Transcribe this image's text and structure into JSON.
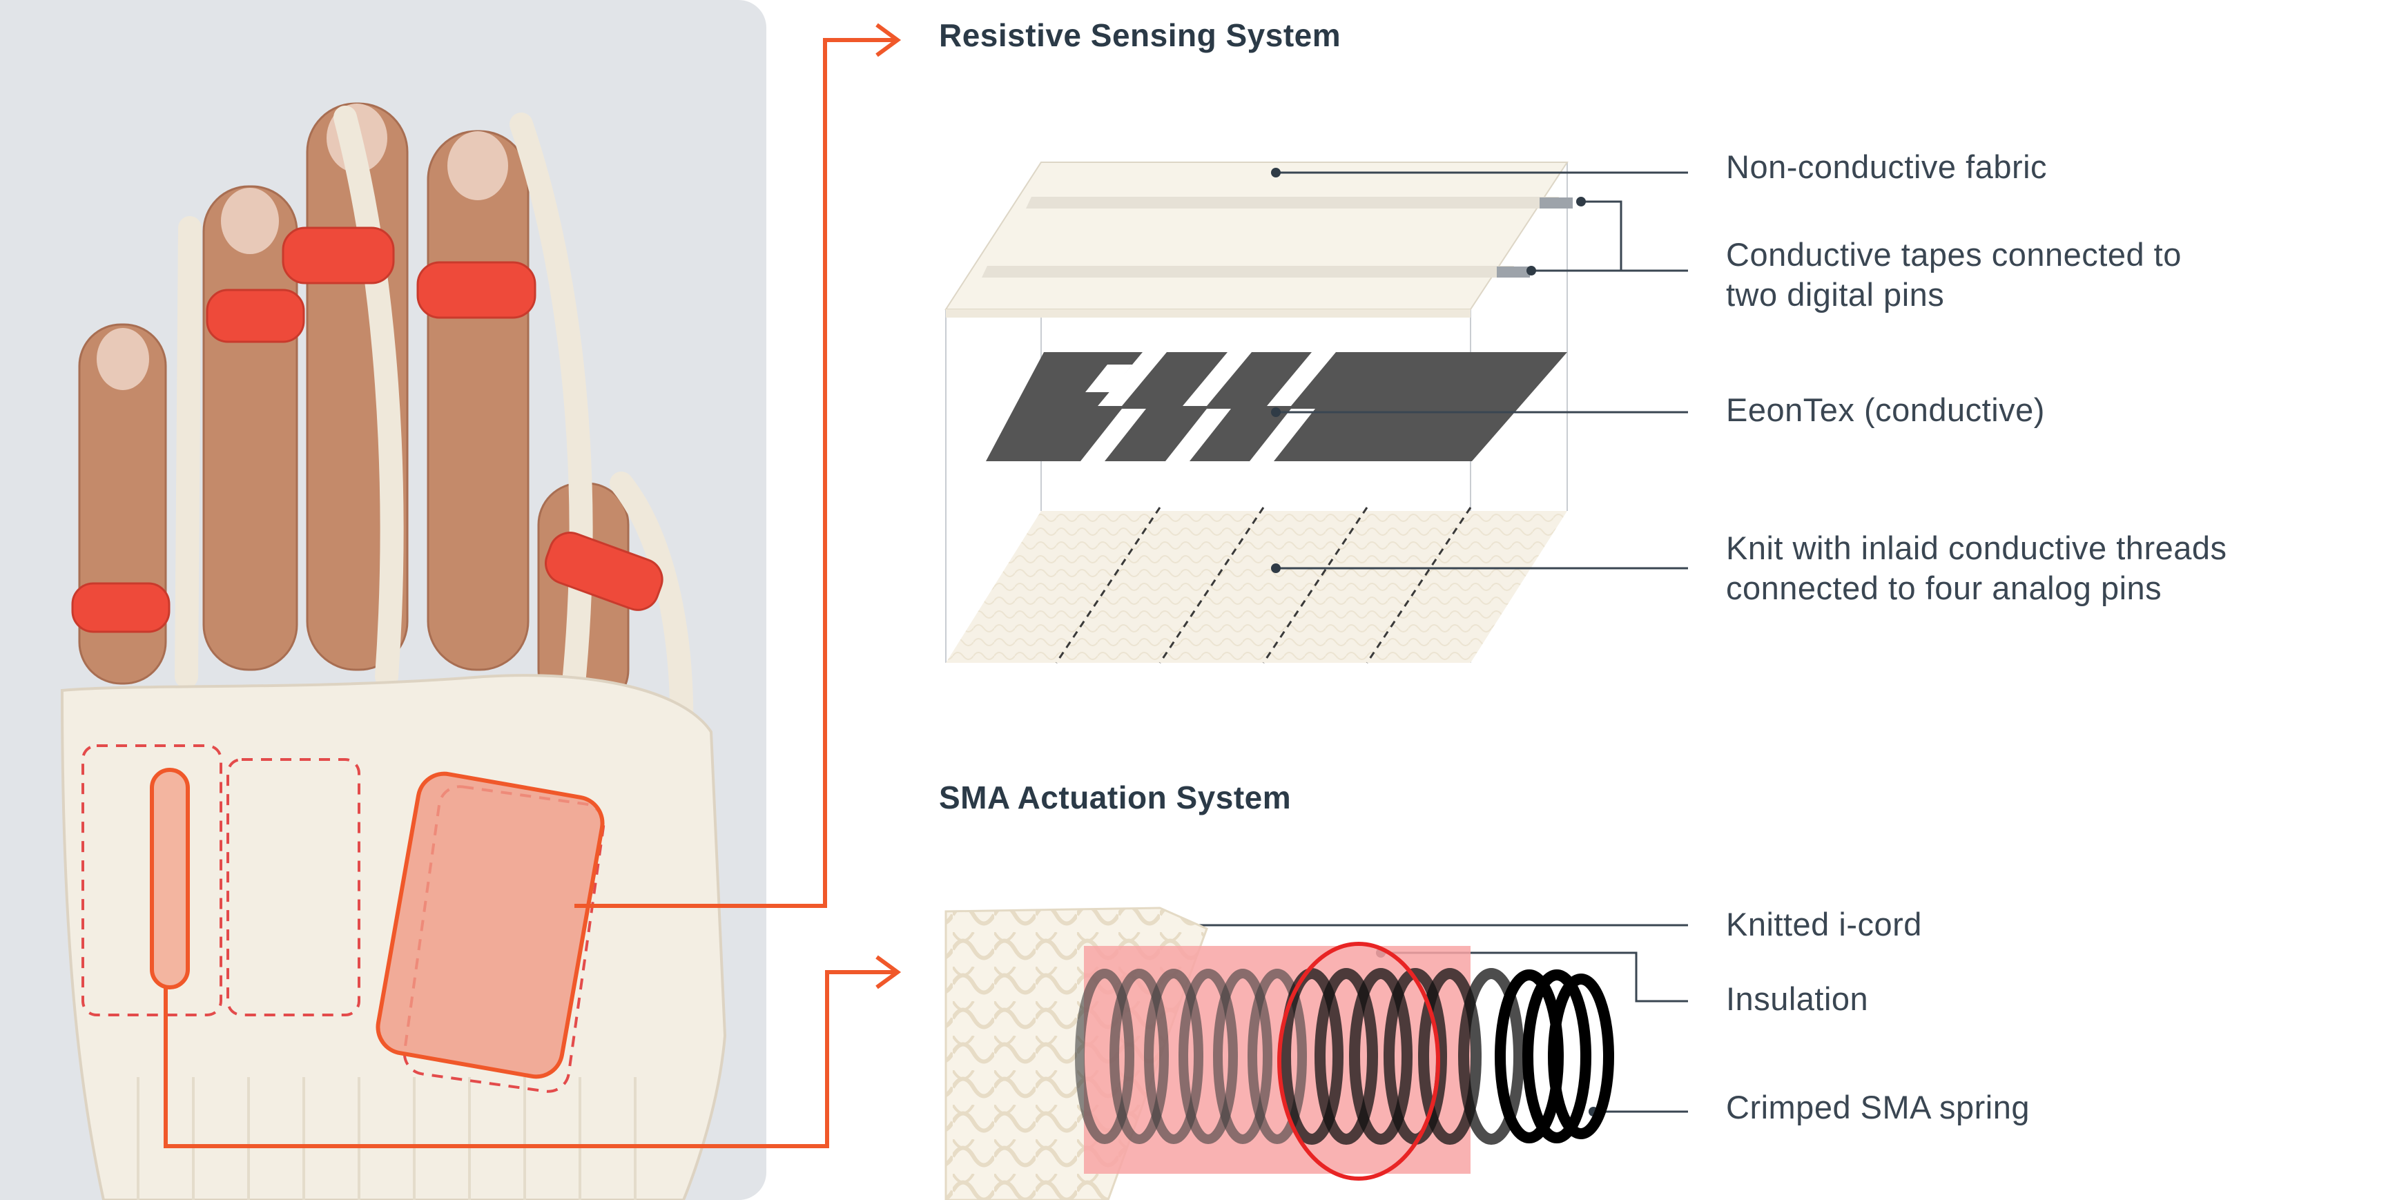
{
  "sections": {
    "sensing": {
      "title": "Resistive Sensing System",
      "labels": {
        "fabric": "Non-conductive fabric",
        "tapes_line1": "Conductive tapes connected to",
        "tapes_line2": "two digital pins",
        "eeontex": "EeonTex (conductive)",
        "knit_line1": "Knit with inlaid conductive threads",
        "knit_line2": "connected to four analog pins"
      }
    },
    "actuation": {
      "title": "SMA Actuation System",
      "labels": {
        "icord": "Knitted i-cord",
        "insulation": "Insulation",
        "spring": "Crimped SMA spring"
      }
    }
  },
  "colors": {
    "accent": "#f0582a",
    "text": "#3a4652",
    "heading": "#2b3a47",
    "eeontex": "#555555",
    "insulation": "#f8a5a5",
    "photo_bg": "#e1e4e8",
    "ring": "#ee4a3a",
    "glove": "#f3eee3"
  }
}
